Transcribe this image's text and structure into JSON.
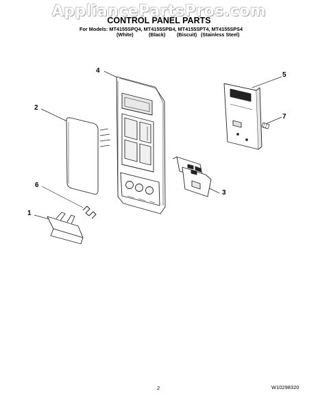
{
  "watermark": "AppliancePartsPros.com",
  "title": "CONTROL PANEL PARTS",
  "models_line": "For Models: MT4155SPQ4, MT4155SPB4, MT4155SPT4, MT4155SPS4",
  "finishes": [
    "(White)",
    "(Black)",
    "(Biscuit)",
    "(Stainless Steel)"
  ],
  "callouts": [
    "1",
    "2",
    "3",
    "4",
    "5",
    "6",
    "7"
  ],
  "page_number": "2",
  "document_code": "W10298320"
}
